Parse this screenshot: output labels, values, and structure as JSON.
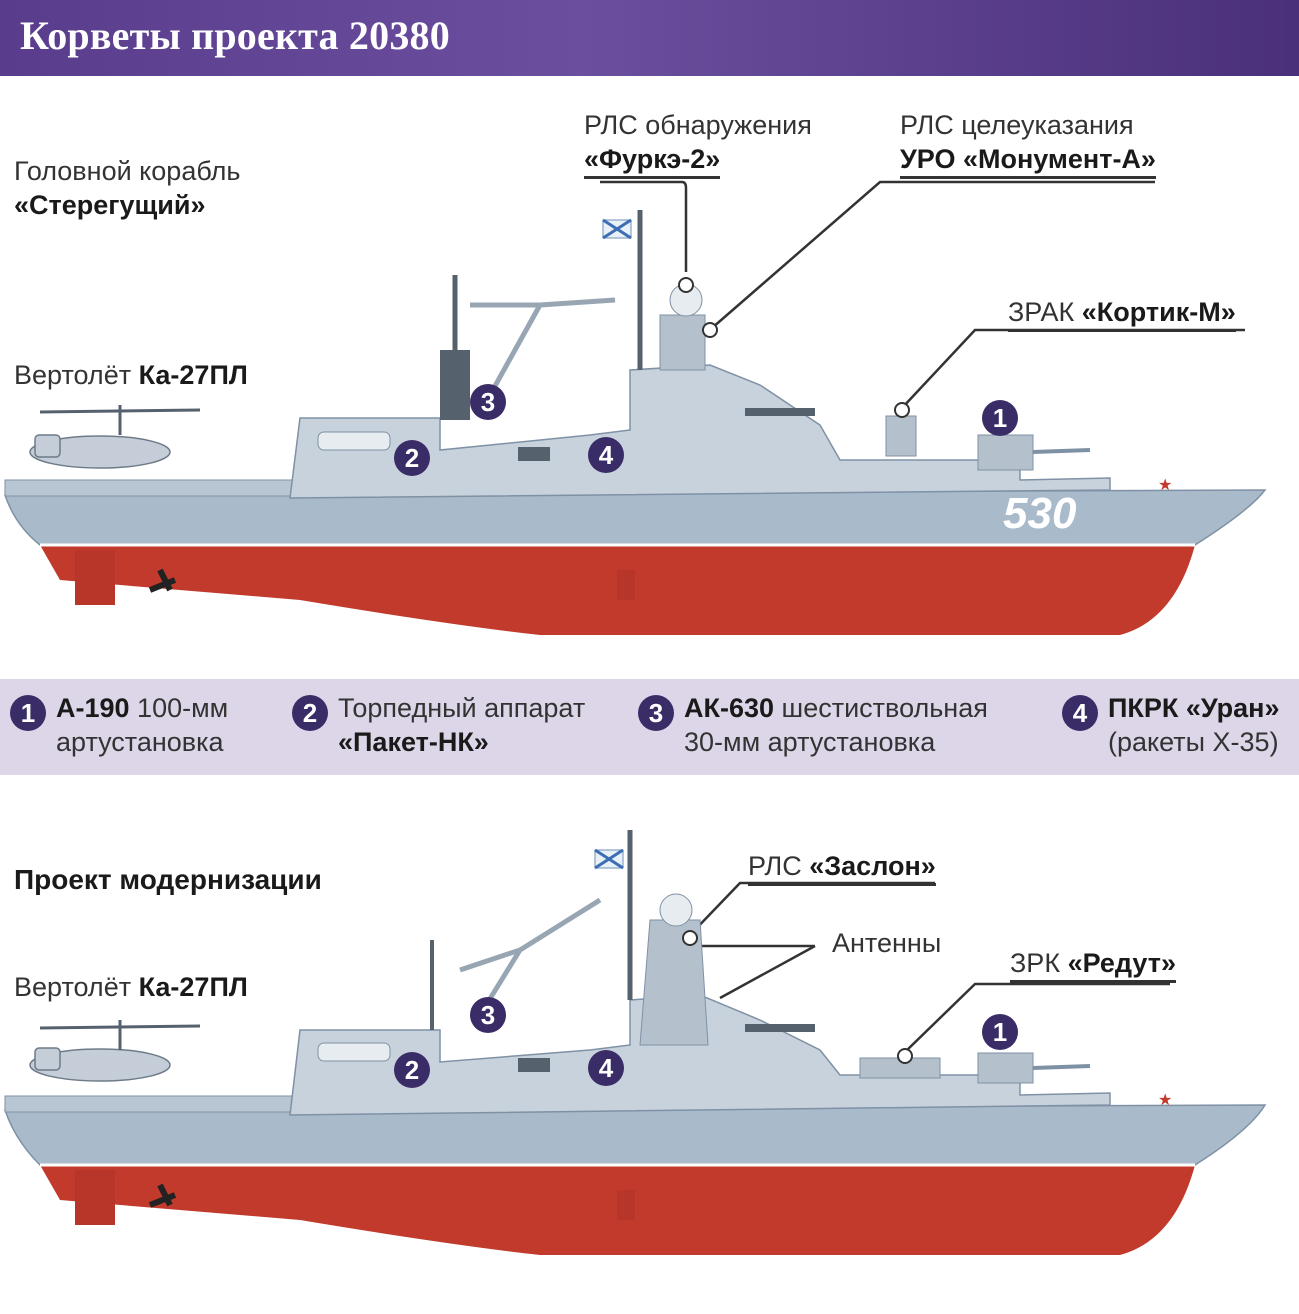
{
  "header": {
    "title": "Корветы проекта 20380"
  },
  "ship1": {
    "title_line1": "Головной корабль",
    "title_line2": "«Стерегущий»",
    "helicopter_prefix": "Вертолёт",
    "helicopter_name": "Ка-27ПЛ",
    "radar1_line1": "РЛС обнаружения",
    "radar1_line2": "«Фуркэ-2»",
    "radar2_line1": "РЛС целеуказания",
    "radar2_line2": "УРО «Монумент-А»",
    "ciws_prefix": "ЗРАК",
    "ciws_name": "«Кортик-М»",
    "hull_number": "530"
  },
  "legend": [
    {
      "num": "1",
      "bold": "А-190",
      "rest": " 100-мм",
      "line2": "артустановка"
    },
    {
      "num": "2",
      "bold": "",
      "rest": "Торпедный аппарат",
      "line2": "«Пакет-НК»"
    },
    {
      "num": "3",
      "bold": "АК-630",
      "rest": " шестиствольная",
      "line2": "30-мм артустановка"
    },
    {
      "num": "4",
      "bold": "ПКРК «Уран»",
      "rest": "",
      "line2": "(ракеты Х-35)"
    }
  ],
  "ship2": {
    "title": "Проект модернизации",
    "helicopter_prefix": "Вертолёт",
    "helicopter_name": "Ка-27ПЛ",
    "radar_prefix": "РЛС",
    "radar_name": "«Заслон»",
    "antennas": "Антенны",
    "sam_prefix": "ЗРК",
    "sam_name": "«Редут»"
  },
  "markers": [
    "1",
    "2",
    "3",
    "4"
  ],
  "colors": {
    "header": "#5a3c8c",
    "hull_upper": "#9fb2c6",
    "hull_lower": "#c23a2b",
    "marker": "#3a2c66",
    "legend_bg": "#ddd6e8"
  }
}
